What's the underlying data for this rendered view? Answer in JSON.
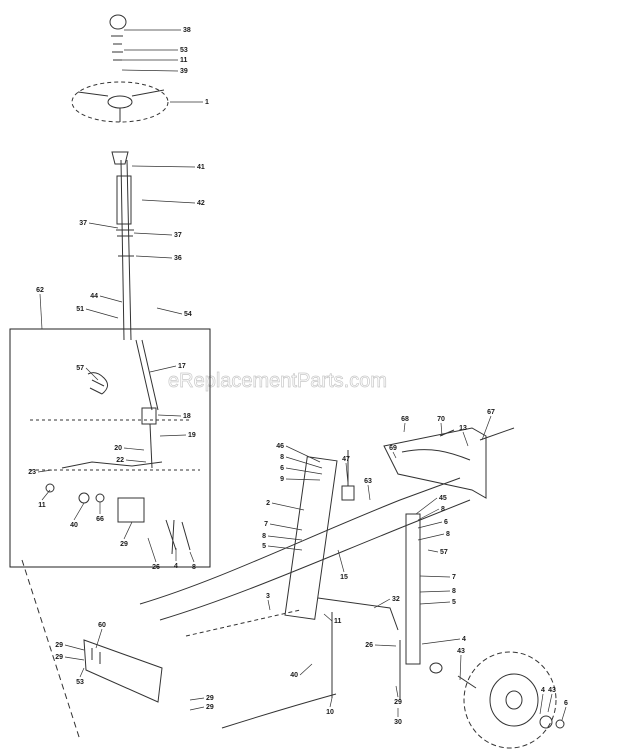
{
  "watermark": "eReplacementParts.com",
  "callouts": [
    "38",
    "53",
    "11",
    "39",
    "1",
    "41",
    "42",
    "37",
    "37",
    "36",
    "44",
    "54",
    "51",
    "62",
    "17",
    "57",
    "18",
    "19",
    "20",
    "22",
    "23",
    "11",
    "40",
    "66",
    "29",
    "26",
    "4",
    "8",
    "46",
    "8",
    "6",
    "9",
    "2",
    "7",
    "8",
    "5",
    "47",
    "63",
    "15",
    "68",
    "70",
    "13",
    "67",
    "69",
    "45",
    "8",
    "6",
    "8",
    "57",
    "7",
    "8",
    "5",
    "32",
    "3",
    "11",
    "4",
    "40",
    "10",
    "26",
    "29",
    "30",
    "43",
    "4",
    "43",
    "6",
    "60",
    "29",
    "29",
    "53",
    "29",
    "29"
  ]
}
